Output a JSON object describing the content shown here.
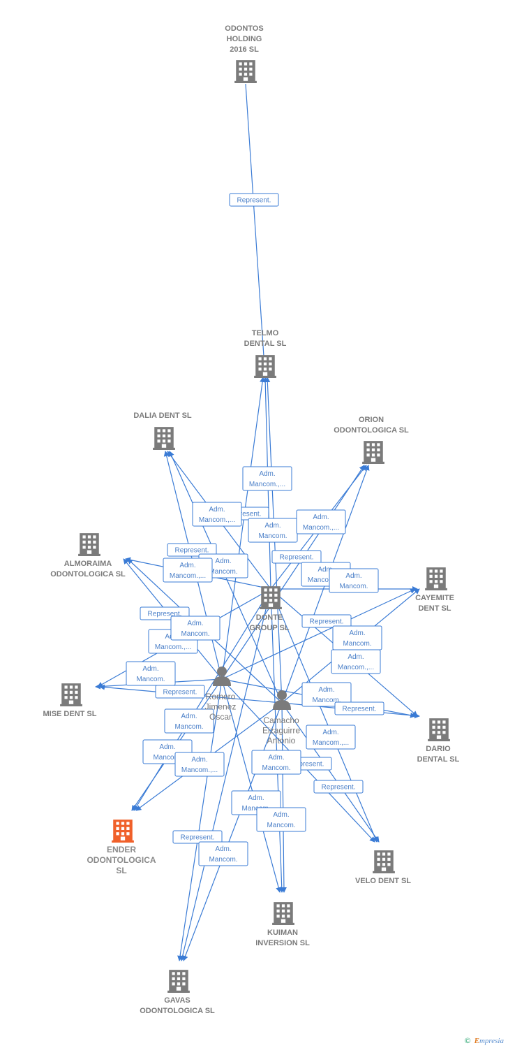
{
  "colors": {
    "edge": "#3a7bd5",
    "company": "#7b7b7b",
    "focus": "#f0602a",
    "person": "#7b7b7b",
    "label_border": "#3a7bd5"
  },
  "credit": {
    "symbol": "©",
    "brand_e": "E",
    "brand_rest": "mpresia"
  },
  "nodes": [
    {
      "id": "odontos",
      "type": "company",
      "icon": "building-icon",
      "label": [
        "ODONTOS",
        "HOLDING",
        "2016  SL"
      ]
    },
    {
      "id": "telmo",
      "type": "company",
      "icon": "building-icon",
      "label": [
        "TELMO",
        "DENTAL SL"
      ]
    },
    {
      "id": "dalia",
      "type": "company",
      "icon": "building-icon",
      "label": [
        "DALIA DENT SL"
      ]
    },
    {
      "id": "orion",
      "type": "company",
      "icon": "building-icon",
      "label": [
        "ORION",
        "ODONTOLOGICA SL"
      ]
    },
    {
      "id": "almoraima",
      "type": "company",
      "icon": "building-icon",
      "label": [
        "ALMORAIMA",
        "ODONTOLOGICA SL"
      ]
    },
    {
      "id": "donte",
      "type": "company",
      "icon": "building-icon",
      "label": [
        "DONTE",
        "GROUP  SL"
      ]
    },
    {
      "id": "cayemite",
      "type": "company",
      "icon": "building-icon",
      "label": [
        "CAYEMITE",
        "DENT SL"
      ]
    },
    {
      "id": "mise",
      "type": "company",
      "icon": "building-icon",
      "label": [
        "MISE DENT SL"
      ]
    },
    {
      "id": "dario",
      "type": "company",
      "icon": "building-icon",
      "label": [
        "DARIO",
        "DENTAL SL"
      ]
    },
    {
      "id": "ender",
      "type": "focus",
      "icon": "building-icon",
      "label": [
        "ENDER",
        "ODONTOLOGICA",
        "SL"
      ]
    },
    {
      "id": "velo",
      "type": "company",
      "icon": "building-icon",
      "label": [
        "VELO DENT SL"
      ]
    },
    {
      "id": "kuiman",
      "type": "company",
      "icon": "building-icon",
      "label": [
        "KUIMAN",
        "INVERSION SL"
      ]
    },
    {
      "id": "gavas",
      "type": "company",
      "icon": "building-icon",
      "label": [
        "GAVAS",
        "ODONTOLOGICA SL"
      ]
    },
    {
      "id": "romero",
      "type": "person",
      "icon": "person-icon",
      "label": [
        "Romero",
        "Jimenez",
        "Oscar"
      ]
    },
    {
      "id": "camacho",
      "type": "person",
      "icon": "person-icon",
      "label": [
        "Camacho",
        "Eizaguirre",
        "Antonio"
      ]
    }
  ],
  "edges": [
    {
      "from": "odontos",
      "to": "telmo"
    },
    {
      "from": "donte",
      "to": "telmo"
    },
    {
      "from": "romero",
      "to": "telmo"
    },
    {
      "from": "camacho",
      "to": "telmo"
    },
    {
      "from": "donte",
      "to": "dalia"
    },
    {
      "from": "romero",
      "to": "dalia"
    },
    {
      "from": "camacho",
      "to": "dalia"
    },
    {
      "from": "donte",
      "to": "orion"
    },
    {
      "from": "romero",
      "to": "orion"
    },
    {
      "from": "camacho",
      "to": "orion"
    },
    {
      "from": "donte",
      "to": "almoraima"
    },
    {
      "from": "romero",
      "to": "almoraima"
    },
    {
      "from": "camacho",
      "to": "almoraima"
    },
    {
      "from": "donte",
      "to": "cayemite"
    },
    {
      "from": "romero",
      "to": "cayemite"
    },
    {
      "from": "camacho",
      "to": "cayemite"
    },
    {
      "from": "donte",
      "to": "mise"
    },
    {
      "from": "romero",
      "to": "mise"
    },
    {
      "from": "camacho",
      "to": "mise"
    },
    {
      "from": "donte",
      "to": "dario"
    },
    {
      "from": "romero",
      "to": "dario"
    },
    {
      "from": "camacho",
      "to": "dario"
    },
    {
      "from": "donte",
      "to": "ender"
    },
    {
      "from": "romero",
      "to": "ender"
    },
    {
      "from": "camacho",
      "to": "ender"
    },
    {
      "from": "donte",
      "to": "velo"
    },
    {
      "from": "romero",
      "to": "velo"
    },
    {
      "from": "camacho",
      "to": "velo"
    },
    {
      "from": "donte",
      "to": "kuiman"
    },
    {
      "from": "romero",
      "to": "kuiman"
    },
    {
      "from": "camacho",
      "to": "kuiman"
    },
    {
      "from": "donte",
      "to": "gavas"
    },
    {
      "from": "romero",
      "to": "gavas"
    },
    {
      "from": "camacho",
      "to": "gavas"
    }
  ],
  "edge_labels": [
    {
      "lines": [
        "Represent."
      ]
    },
    {
      "lines": [
        "Adm.",
        "Mancom.,..."
      ]
    },
    {
      "lines": [
        "Represent."
      ]
    },
    {
      "lines": [
        "Adm.",
        "Mancom.,..."
      ]
    },
    {
      "lines": [
        "Adm.",
        "Mancom."
      ]
    },
    {
      "lines": [
        "Adm.",
        "Mancom.,..."
      ]
    },
    {
      "lines": [
        "Represent."
      ]
    },
    {
      "lines": [
        "Adm.",
        "Mancom."
      ]
    },
    {
      "lines": [
        "Adm.",
        "Mancom.,..."
      ]
    },
    {
      "lines": [
        "Represent."
      ]
    },
    {
      "lines": [
        "Adm.",
        "Mancom.,..."
      ]
    },
    {
      "lines": [
        "Adm.",
        "Mancom."
      ]
    },
    {
      "lines": [
        "Represent."
      ]
    },
    {
      "lines": [
        "Adm.",
        "Mancom.,..."
      ]
    },
    {
      "lines": [
        "Adm.",
        "Mancom."
      ]
    },
    {
      "lines": [
        "Represent."
      ]
    },
    {
      "lines": [
        "Adm.",
        "Mancom."
      ]
    },
    {
      "lines": [
        "Adm.",
        "Mancom.,..."
      ]
    },
    {
      "lines": [
        "Adm.",
        "Mancom."
      ]
    },
    {
      "lines": [
        "Represent."
      ]
    },
    {
      "lines": [
        "Adm.",
        "Mancom."
      ]
    },
    {
      "lines": [
        "Adm.",
        "Mancom."
      ]
    },
    {
      "lines": [
        "Represent."
      ]
    },
    {
      "lines": [
        "Adm.",
        "Mancom.,..."
      ]
    },
    {
      "lines": [
        "Adm.",
        "Mancom."
      ]
    },
    {
      "lines": [
        "Adm.",
        "Mancom.,..."
      ]
    },
    {
      "lines": [
        "Represent."
      ]
    },
    {
      "lines": [
        "Adm.",
        "Mancom."
      ]
    },
    {
      "lines": [
        "Represent."
      ]
    },
    {
      "lines": [
        "Adm.",
        "Mancom."
      ]
    },
    {
      "lines": [
        "Adm.",
        "Mancom."
      ]
    },
    {
      "lines": [
        "Represent."
      ]
    },
    {
      "lines": [
        "Adm.",
        "Mancom."
      ]
    }
  ]
}
